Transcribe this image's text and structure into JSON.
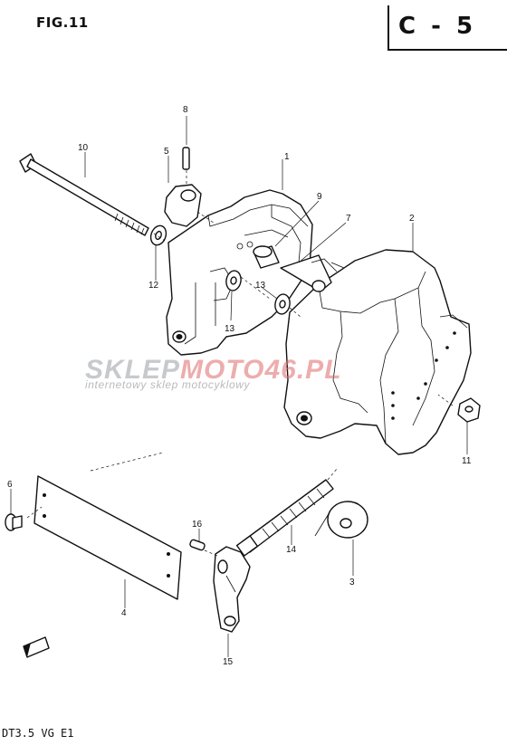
{
  "figure_label": "FIG.11",
  "page_code": "C - 5",
  "model_code": "DT3.5 VG E1",
  "watermark": {
    "brand_part1": "SKLEP",
    "brand_part2": "MOTO46.PL",
    "tagline": "internetowy sklep motocyklowy"
  },
  "callouts": [
    "1",
    "2",
    "3",
    "4",
    "5",
    "6",
    "7",
    "8",
    "9",
    "10",
    "11",
    "12",
    "13",
    "13",
    "14",
    "15",
    "16"
  ]
}
